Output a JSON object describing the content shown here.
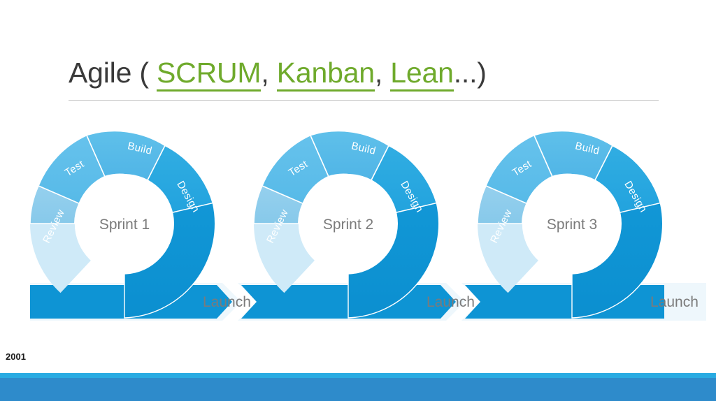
{
  "slide": {
    "title_prefix": "Agile ( ",
    "links": [
      "SCRUM",
      "Kanban",
      "Lean"
    ],
    "separator": ", ",
    "title_suffix": "...)",
    "footer_number": "2001"
  },
  "colors": {
    "link_green": "#6faa2c",
    "title_gray": "#3a3a3a",
    "rule_gray": "#c8c8c8",
    "label_gray": "#7b7b7b",
    "footer_accent": "#29abe2",
    "footer_main": "#2e8bcb",
    "seg_review": "#8ecdec",
    "seg_test": "#5cbce9",
    "seg_build": "#55b9e8",
    "seg_design": "#29a9e0",
    "seg_launch_arc": "#0e94d4",
    "seg_idle": "#cfeaf8",
    "band_dark": "#0e94d4",
    "band_pale": "#eef7fc",
    "donut_hole": "#ffffff"
  },
  "diagram": {
    "type": "agile-sprint-cycle",
    "segment_labels": [
      "Review",
      "Test",
      "Build",
      "Design"
    ],
    "launch_label": "Launch",
    "cycles": [
      {
        "center_label": "Sprint 1",
        "launch_label": "Launch"
      },
      {
        "center_label": "Sprint 2",
        "launch_label": "Launch"
      },
      {
        "center_label": "Sprint 3",
        "launch_label": "Launch"
      }
    ]
  }
}
